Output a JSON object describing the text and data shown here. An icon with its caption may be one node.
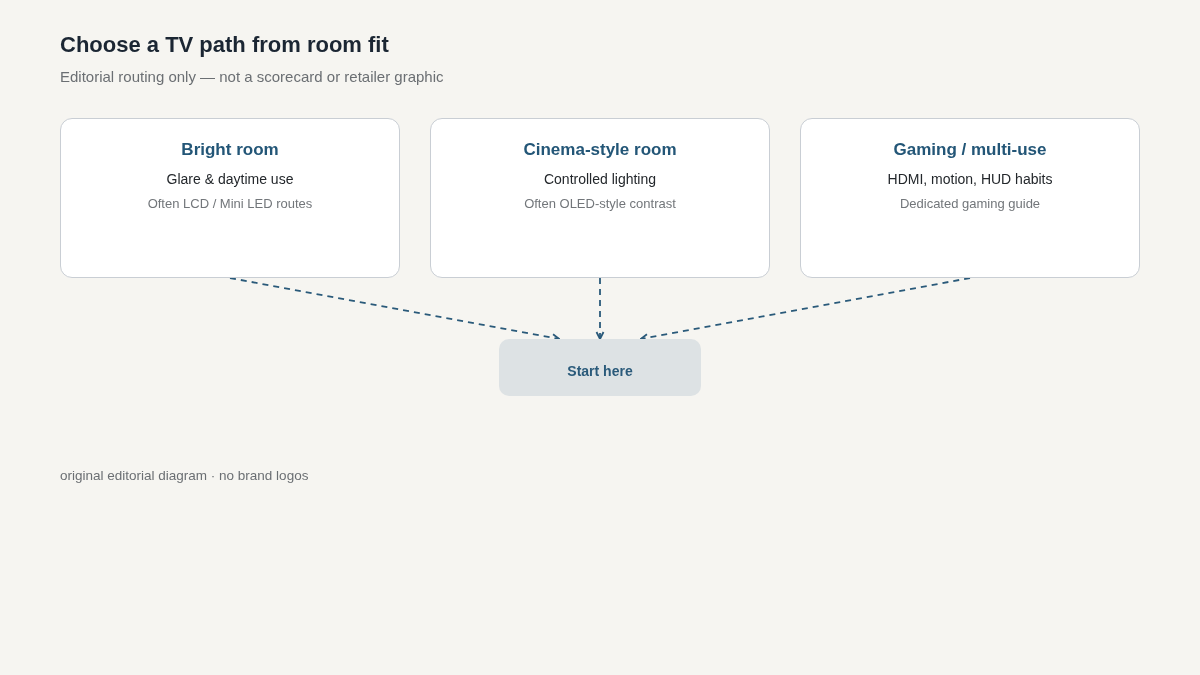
{
  "diagram": {
    "title": "Choose a TV path from room fit",
    "caption": "original editorial diagram · no brand logos",
    "nodes": [
      {
        "text": [
          "Bright room",
          "Glare & daytime use",
          "Often LCD / Mini LED routes"
        ]
      },
      {
        "text": [
          "Cinema-style room",
          "Controlled lighting",
          "Often OLED-style contrast"
        ]
      },
      {
        "text": [
          "Gaming / multi-use",
          "HDMI, motion, HUD habits",
          "Dedicated gaming guide"
        ]
      },
      {
        "text": [
          "Start here"
        ]
      }
    ],
    "edges": [
      {
        "from": 0,
        "to": 3,
        "arrow": "to",
        "style": "dashed"
      },
      {
        "from": 1,
        "to": 3,
        "arrow": "to",
        "style": "dashed"
      },
      {
        "from": 2,
        "to": 3,
        "arrow": "to",
        "style": "dashed"
      }
    ],
    "labels": [
      "Editorial routing only — not a scorecard or retailer graphic"
    ]
  }
}
